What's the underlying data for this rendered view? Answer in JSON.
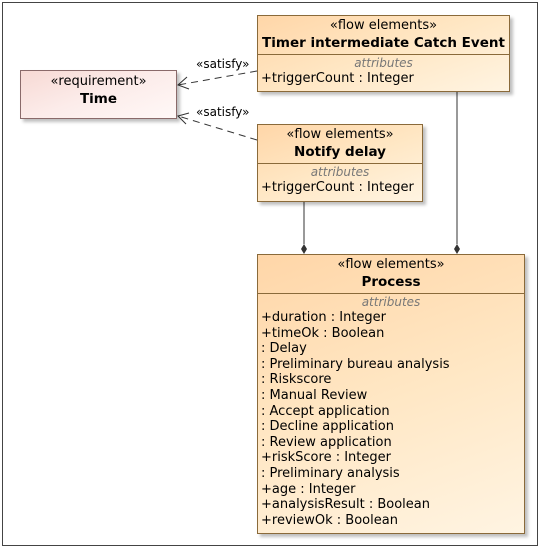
{
  "requirement": {
    "stereotype": "«requirement»",
    "name": "Time"
  },
  "blocks": {
    "timer": {
      "stereotype": "«flow elements»",
      "name": "Timer intermediate Catch Event",
      "compartment": "attributes",
      "attrs": [
        {
          "name": "+triggerCount",
          "type": " : Integer"
        }
      ]
    },
    "notify": {
      "stereotype": "«flow elements»",
      "name": "Notify delay",
      "compartment": "attributes",
      "attrs": [
        {
          "name": "+triggerCount",
          "type": " : Integer"
        }
      ]
    },
    "process": {
      "stereotype": "«flow elements»",
      "name": "Process",
      "compartment": "attributes",
      "attrs": [
        {
          "name": "+duration",
          "type": " : Integer"
        },
        {
          "name": "+timeOk",
          "type": " : Boolean"
        },
        {
          "name": "",
          "type": " : Delay"
        },
        {
          "name": "",
          "type": " : Preliminary bureau analysis"
        },
        {
          "name": "",
          "type": " : Riskscore"
        },
        {
          "name": "",
          "type": " : Manual Review"
        },
        {
          "name": "",
          "type": " : Accept application"
        },
        {
          "name": "",
          "type": " : Decline application"
        },
        {
          "name": "",
          "type": " : Review application"
        },
        {
          "name": "+riskScore",
          "type": " : Integer"
        },
        {
          "name": "",
          "type": " : Preliminary analysis"
        },
        {
          "name": "+age",
          "type": " : Integer"
        },
        {
          "name": "+analysisResult",
          "type": " : Boolean"
        },
        {
          "name": "+reviewOk",
          "type": " : Boolean"
        }
      ]
    }
  },
  "relations": {
    "satisfy1": "«satisfy»",
    "satisfy2": "«satisfy»"
  }
}
